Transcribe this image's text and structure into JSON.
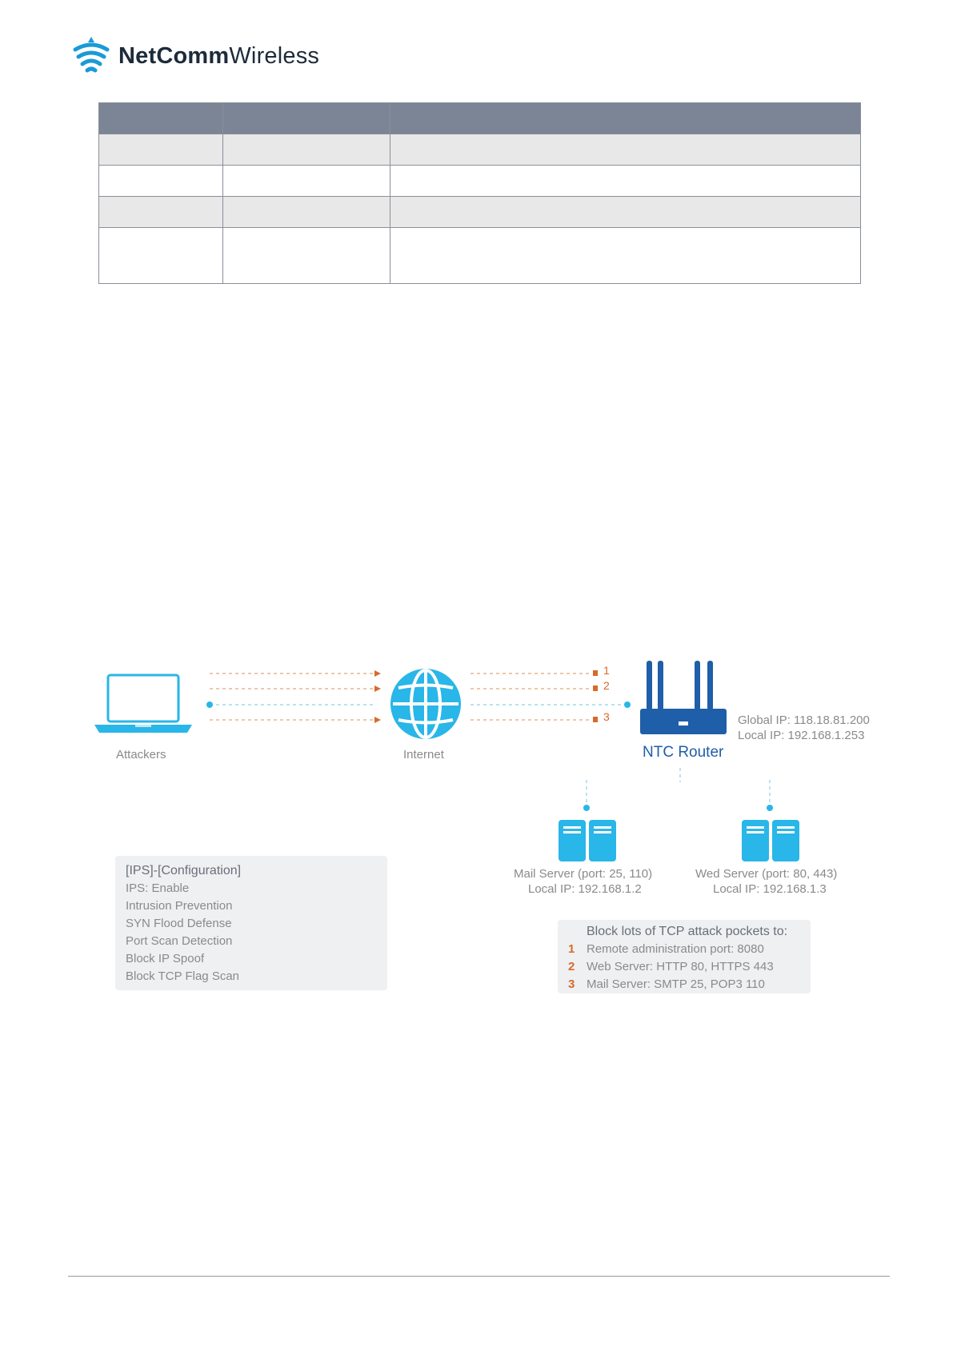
{
  "header": {
    "brand_part1": "NetComm",
    "brand_part2": "Wireless"
  },
  "table": {
    "columns": [
      "",
      "",
      ""
    ],
    "rows": [
      [
        "",
        "",
        ""
      ],
      [
        "",
        "",
        ""
      ],
      [
        "",
        "",
        ""
      ],
      [
        "",
        "",
        ""
      ]
    ]
  },
  "diagram": {
    "attackers_label": "Attackers",
    "internet_label": "Internet",
    "router_label": "NTC Router",
    "router_global_ip": "Global IP: 118.18.81.200",
    "router_local_ip": "Local IP: 192.168.1.253",
    "arrow_numbers": [
      "1",
      "2",
      "3"
    ],
    "mail_server": {
      "name": "Mail Server (port: 25, 110)",
      "ip": "Local IP: 192.168.1.2"
    },
    "web_server": {
      "name": "Wed Server (port: 80, 443)",
      "ip": "Local IP: 192.168.1.3"
    },
    "config_box": {
      "lines": [
        "[IPS]-[Configuration]",
        "IPS: Enable",
        "Intrusion Prevention",
        "SYN Flood Defense",
        "Port Scan Detection",
        "Block IP Spoof",
        "Block TCP Flag Scan"
      ]
    },
    "block_box": {
      "title": "Block lots of TCP attack pockets to:",
      "items": [
        {
          "num": "1",
          "text": "Remote administration port: 8080"
        },
        {
          "num": "2",
          "text": "Web Server: HTTP 80, HTTPS 443"
        },
        {
          "num": "3",
          "text": "Mail Server: SMTP 25, POP3 110"
        }
      ]
    },
    "colors": {
      "accent_blue": "#29b6e8",
      "router_blue": "#1f5ea8",
      "orange": "#d86a2b"
    }
  }
}
